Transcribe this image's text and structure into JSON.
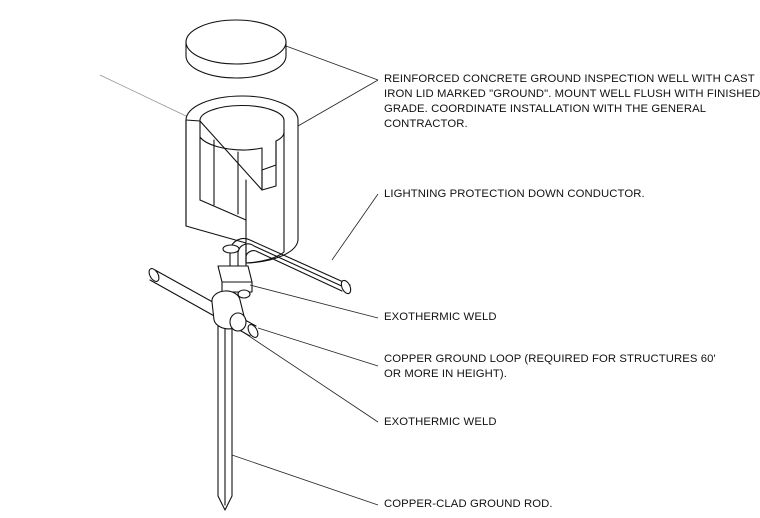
{
  "callouts": {
    "inspection_well": {
      "lines": [
        "REINFORCED CONCRETE GROUND INSPECTION WELL WITH CAST",
        "IRON LID MARKED \"GROUND\".  MOUNT WELL FLUSH WITH FINISHED",
        "GRADE. COORDINATE INSTALLATION WITH THE GENERAL",
        "CONTRACTOR."
      ]
    },
    "down_conductor": {
      "lines": [
        "LIGHTNING PROTECTION DOWN CONDUCTOR."
      ]
    },
    "exothermic_weld_upper": {
      "lines": [
        "EXOTHERMIC WELD"
      ]
    },
    "ground_loop": {
      "lines": [
        "COPPER GROUND LOOP (REQUIRED FOR STRUCTURES 60'",
        "OR MORE IN HEIGHT)."
      ]
    },
    "exothermic_weld_lower": {
      "lines": [
        "EXOTHERMIC WELD"
      ]
    },
    "ground_rod": {
      "lines": [
        "COPPER-CLAD GROUND ROD."
      ]
    }
  }
}
